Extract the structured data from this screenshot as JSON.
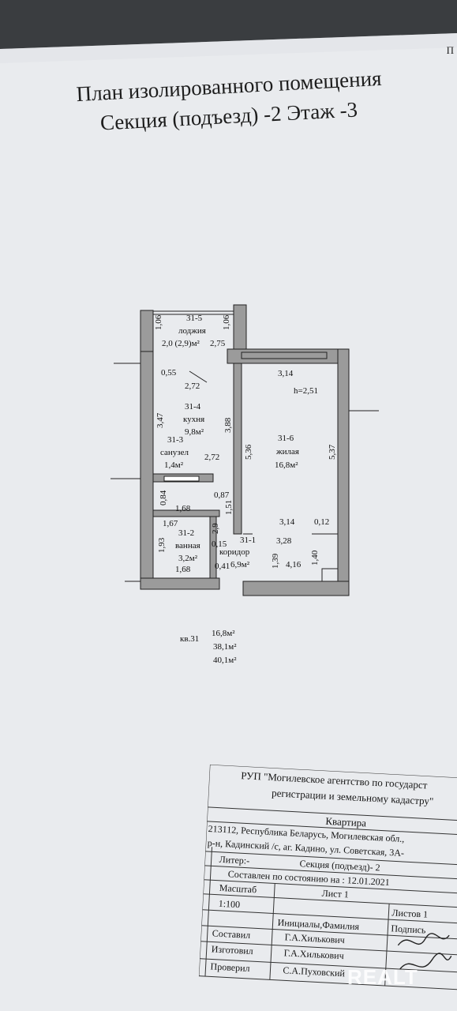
{
  "document": {
    "corner_mark": "П",
    "title_line1": "План изолированного помещения",
    "title_line2": "Секция (подъезд) -2   Этаж -3"
  },
  "plan": {
    "rooms": [
      {
        "id": "31-5",
        "name": "лоджия",
        "area": "2,0 (2,9)м²"
      },
      {
        "id": "31-4",
        "name": "кухня",
        "area": "9,8м²"
      },
      {
        "id": "31-3",
        "name": "санузел",
        "area": "1,4м²"
      },
      {
        "id": "31-2",
        "name": "ванная",
        "area": "3,2м²"
      },
      {
        "id": "31-1",
        "name": "коридор",
        "area": "6,9м²"
      },
      {
        "id": "31-6",
        "name": "жилая",
        "area": "16,8м²"
      }
    ],
    "dims": {
      "loggia_left": "1,06",
      "loggia_right": "1,06",
      "loggia_width": "2,75",
      "d055": "0,55",
      "kitchen_top": "2,72",
      "kitchen_side": "3,47",
      "kitchen_inner": "3,88",
      "bath_top_width": "2,72",
      "d087": "0,87",
      "d084": "0,84",
      "d168a": "1,68",
      "d151": "1,51",
      "d167": "1,67",
      "d29": "2,9",
      "d193": "1,93",
      "d015": "0,15",
      "d168b": "1,68",
      "d041": "0,41",
      "living_top": "3,14",
      "height": "h=2,51",
      "living_left": "5,36",
      "living_right": "5,37",
      "living_bottom": "3,14",
      "d012": "0,12",
      "d328": "3,28",
      "d139": "1,39",
      "d416": "4,16",
      "d140": "1,40"
    }
  },
  "summary": {
    "apt": "кв.31",
    "living": "16,8м²",
    "total": "38,1м²",
    "total_loggia": "40,1м²"
  },
  "stamp": {
    "org_line1": "РУП \"Могилевское агентство по государст",
    "org_line2": "регистрации и земельному кадастру\"",
    "object": "Квартира",
    "address1": "213112, Республика Беларусь, Могилевская обл.,",
    "address2": "р-н,  Кадинский /с, аг. Кадино, ул. Советская, 3А-",
    "liter": "Литер:-",
    "section": "Секция (подъезд)- 2",
    "compiled_on": "Составлен по состоянию на : 12.01.2021",
    "scale_label": "Масштаб",
    "sheet": "Лист 1",
    "scale": "1:100",
    "sheets": "Листов 1",
    "initials_header": "Инициалы,Фамилия",
    "signature_header": "Подпись",
    "compiled_label": "Составил",
    "compiled_name": "Г.А.Хилькович",
    "made_label": "Изготовил",
    "made_name": "Г.А.Хилькович",
    "checked_label": "Проверил",
    "checked_name": "С.А.Пуховский"
  },
  "watermark": "REALT"
}
